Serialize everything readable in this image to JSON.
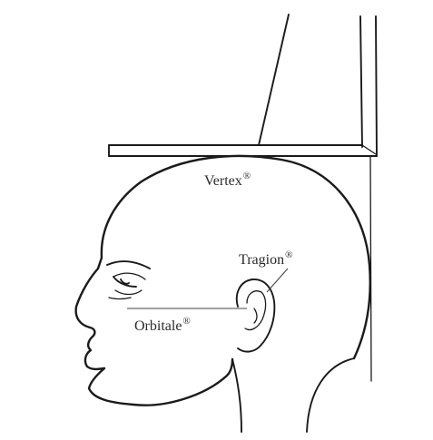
{
  "labels": {
    "vertex": {
      "text": "Vertex",
      "mark": "®"
    },
    "tragion": {
      "text": "Tragion",
      "mark": "®"
    },
    "orbitale": {
      "text": "Orbitale",
      "mark": "®"
    }
  },
  "colors": {
    "ink": "#1a1a1a",
    "label": "#2a2a2a",
    "background": "#ffffff"
  }
}
